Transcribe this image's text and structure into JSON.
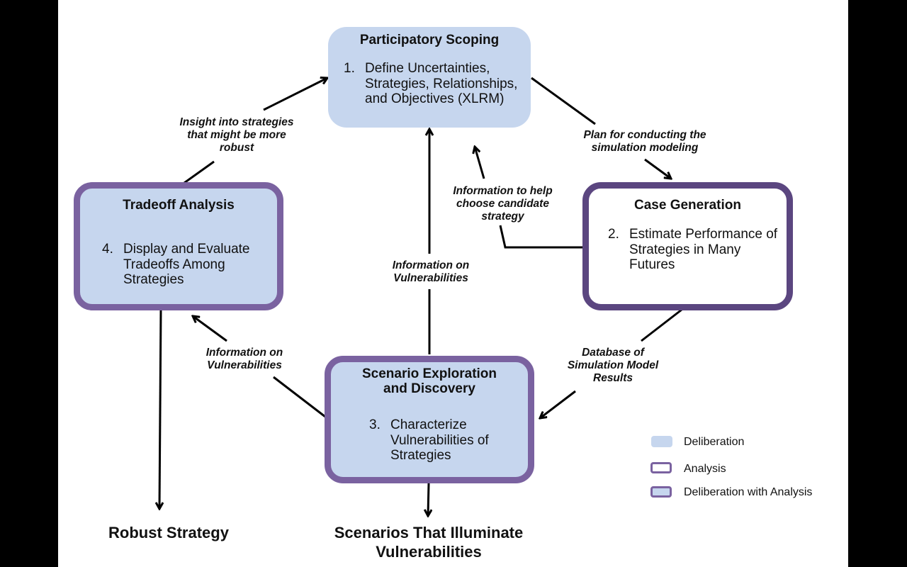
{
  "colors": {
    "deliberation_fill": "#c6d6ee",
    "analysis_border": "#5b4680",
    "deliberation_with_analysis_border": "#7a62a0",
    "arrow": "#000000"
  },
  "nodes": {
    "scoping": {
      "title": "Participatory Scoping",
      "num": "1.",
      "text": "Define Uncertainties, Strategies, Relationships, and Objectives (XLRM)",
      "type": "Deliberation"
    },
    "case_generation": {
      "title": "Case Generation",
      "num": "2.",
      "text": "Estimate Performance of Strategies in Many Futures",
      "type": "Analysis"
    },
    "scenario": {
      "title": "Scenario Exploration and Discovery",
      "num": "3.",
      "text": "Characterize Vulnerabilities of Strategies",
      "type": "Deliberation with Analysis"
    },
    "tradeoff": {
      "title": "Tradeoff Analysis",
      "num": "4.",
      "text": "Display and Evaluate Tradeoffs Among Strategies",
      "type": "Deliberation with Analysis"
    }
  },
  "edges": {
    "scoping_to_case": "Plan for conducting the simulation modeling",
    "case_to_scenario": "Database of Simulation Model Results",
    "case_to_scoping": "Information to help choose candidate strategy",
    "scenario_to_scoping": "Information on Vulnerabilities",
    "scenario_to_tradeoff": "Information on Vulnerabilities",
    "tradeoff_to_scoping": "Insight into strategies that might be more robust"
  },
  "outcomes": {
    "robust": "Robust Strategy",
    "scenarios": "Scenarios That Illuminate Vulnerabilities"
  },
  "legend": [
    {
      "label": "Deliberation"
    },
    {
      "label": "Analysis"
    },
    {
      "label": "Deliberation with Analysis"
    }
  ]
}
